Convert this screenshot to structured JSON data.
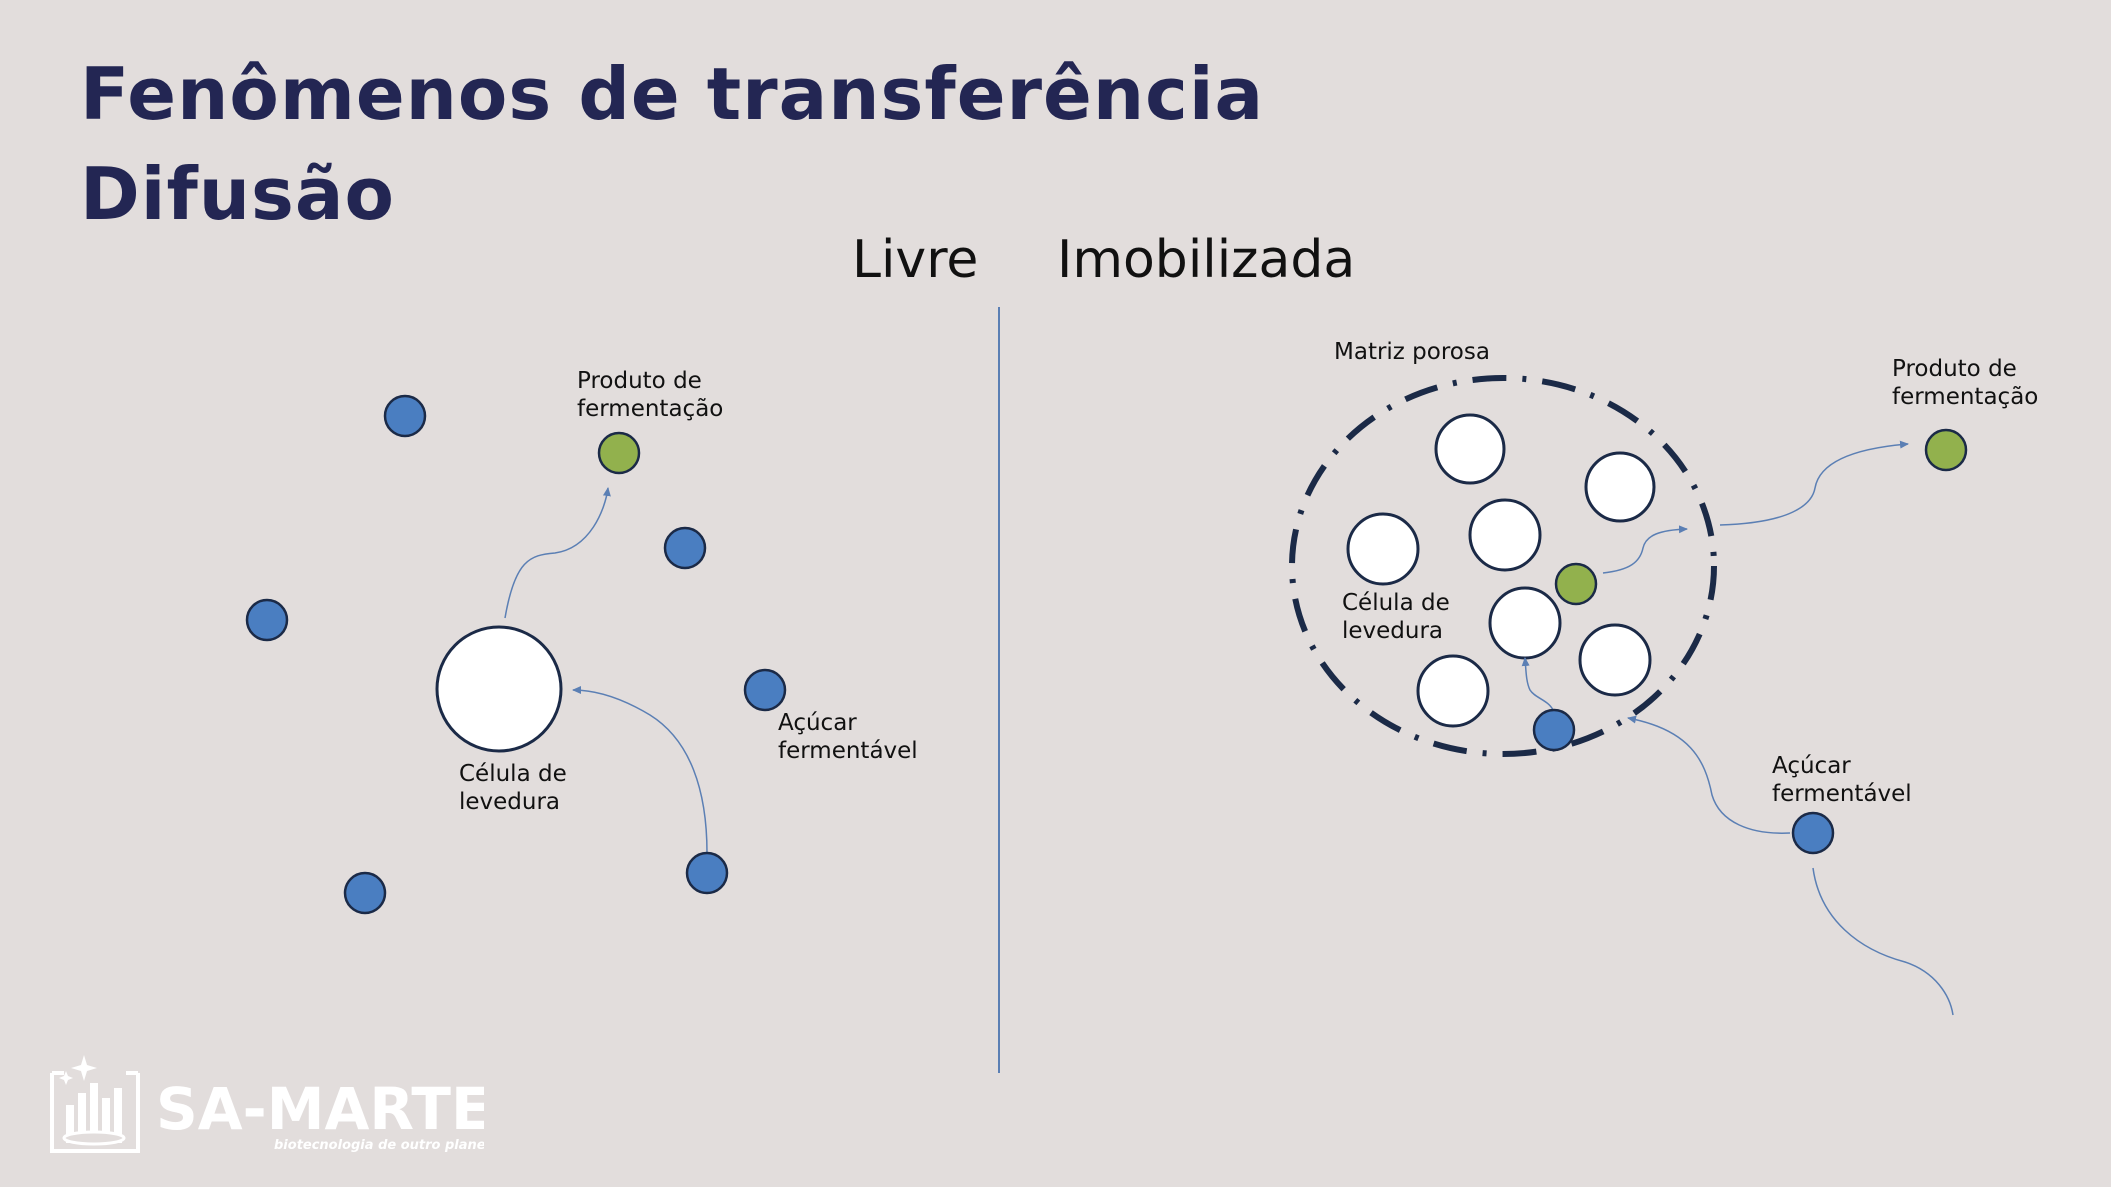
{
  "title": {
    "line1": "Fenômenos de transferência",
    "line2": "Difusão"
  },
  "headings": {
    "free": "Livre",
    "immobilized": "Imobilizada"
  },
  "free_panel": {
    "cell_label": [
      "Célula de",
      "levedura"
    ],
    "product_label": [
      "Produto de",
      "fermentação"
    ],
    "sugar_label": [
      "Açúcar",
      "fermentável"
    ]
  },
  "immobilized_panel": {
    "matrix_label": "Matriz porosa",
    "cell_label": [
      "Célula de",
      "levedura"
    ],
    "product_label": [
      "Produto de",
      "fermentação"
    ],
    "sugar_label": [
      "Açúcar",
      "fermentável"
    ]
  },
  "legend_colors": {
    "sugar": "#4a7ec1",
    "product": "#92b14d",
    "cell": "#ffffff",
    "outline": "#1b2a47",
    "arrow": "#5b7fb4"
  },
  "logo": {
    "name": "SA-MARTE",
    "tagline": "biotecnologia de outro planeta"
  }
}
